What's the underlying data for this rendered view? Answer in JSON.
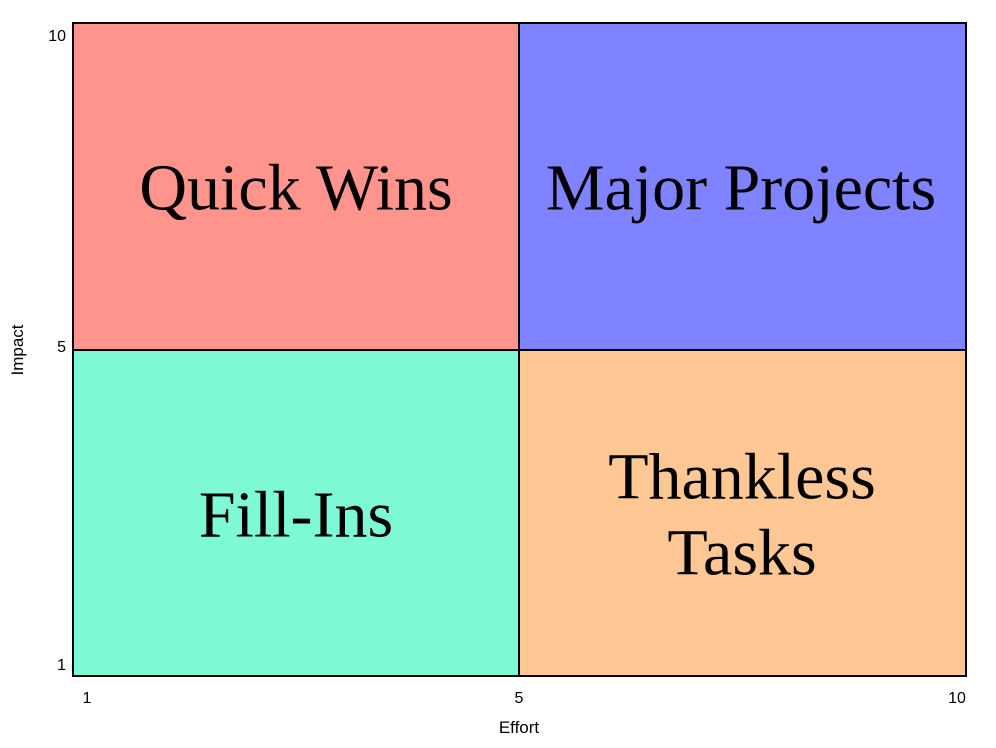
{
  "chart_data": {
    "type": "quadrant",
    "xlabel": "Effort",
    "ylabel": "Impact",
    "xlim": [
      1,
      10
    ],
    "ylim": [
      1,
      10
    ],
    "split": {
      "x": 5,
      "y": 5
    },
    "x_ticks": [
      "1",
      "5",
      "10"
    ],
    "y_ticks": [
      "1",
      "5",
      "10"
    ],
    "grid": false,
    "quadrants": [
      {
        "id": "top-left",
        "lines": [
          "Quick Wins"
        ],
        "color": "#ff948c"
      },
      {
        "id": "top-right",
        "lines": [
          "Major Projects"
        ],
        "color": "#8083ff"
      },
      {
        "id": "bottom-left",
        "lines": [
          "Fill-Ins"
        ],
        "color": "#7dfad5"
      },
      {
        "id": "bottom-right",
        "lines": [
          "Thankless",
          "Tasks"
        ],
        "color": "#fec794"
      }
    ]
  }
}
